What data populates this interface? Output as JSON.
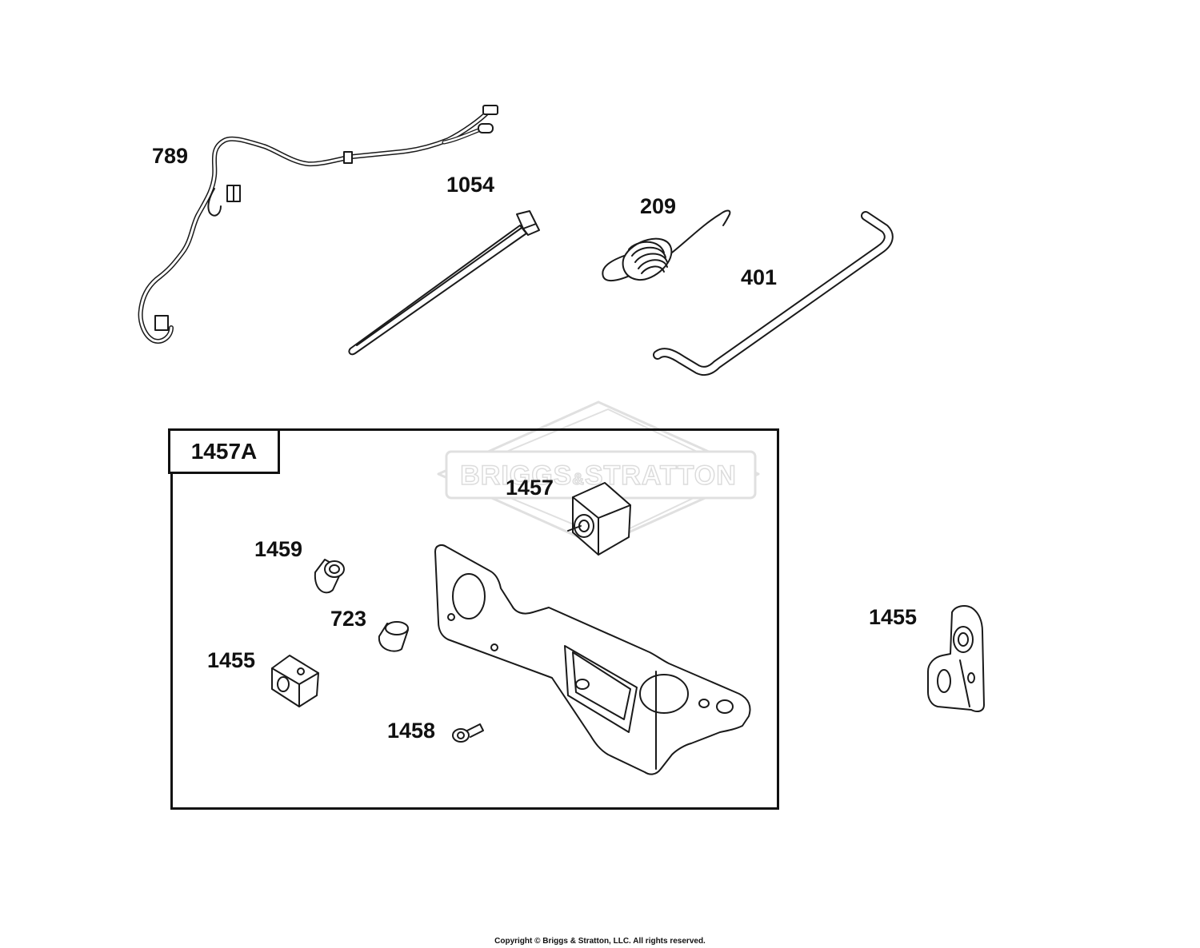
{
  "labels": {
    "p789": "789",
    "p1054": "1054",
    "p209": "209",
    "p401": "401",
    "kit": "1457A",
    "p1457": "1457",
    "p1459": "1459",
    "p723": "723",
    "p1455_in": "1455",
    "p1458": "1458",
    "p1455_out": "1455"
  },
  "watermark": {
    "left": "BRIGGS",
    "amp": "&",
    "right": "STRATTON"
  },
  "copyright": "Copyright © Briggs & Stratton, LLC. All rights reserved.",
  "colors": {
    "line": "#1a1a1a",
    "watermark": "#e2e2e2"
  }
}
